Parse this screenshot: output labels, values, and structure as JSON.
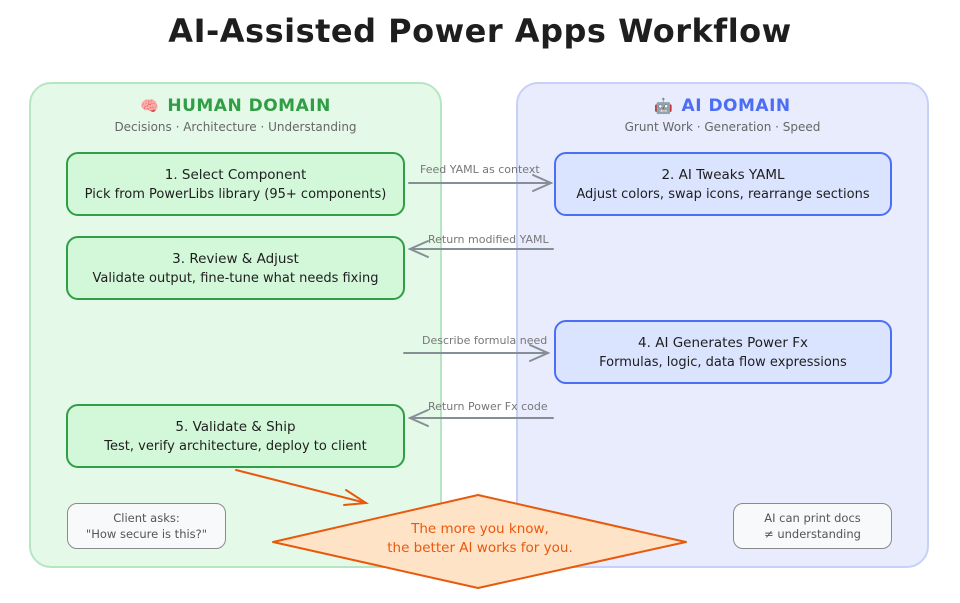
{
  "title": "AI-Assisted Power Apps Workflow",
  "zones": {
    "human": {
      "icon": "brain-icon",
      "emoji": "🧠",
      "title": "HUMAN DOMAIN",
      "subtitle": "Decisions · Architecture · Understanding",
      "color": "#2f9e44"
    },
    "ai": {
      "icon": "robot-icon",
      "emoji": "🤖",
      "title": "AI DOMAIN",
      "subtitle": "Grunt Work · Generation · Speed",
      "color": "#4c6ef5"
    }
  },
  "steps": [
    {
      "title": "1. Select Component",
      "desc": "Pick from PowerLibs library (95+ components)",
      "domain": "human"
    },
    {
      "title": "2. AI Tweaks YAML",
      "desc": "Adjust colors, swap icons, rearrange sections",
      "domain": "ai"
    },
    {
      "title": "3. Review & Adjust",
      "desc": "Validate output, fine-tune what needs fixing",
      "domain": "human"
    },
    {
      "title": "4. AI Generates Power Fx",
      "desc": "Formulas, logic, data flow expressions",
      "domain": "ai"
    },
    {
      "title": "5. Validate & Ship",
      "desc": "Test, verify architecture, deploy to client",
      "domain": "human"
    }
  ],
  "arrows": [
    {
      "label": "Feed YAML as context",
      "from": "1",
      "to": "2"
    },
    {
      "label": "Return modified YAML",
      "from": "2",
      "to": "3"
    },
    {
      "label": "Describe formula need",
      "from": "3",
      "to": "4"
    },
    {
      "label": "Return Power Fx code",
      "from": "4",
      "to": "5"
    }
  ],
  "notes": {
    "client": {
      "line1": "Client asks:",
      "line2": "\"How secure is this?\""
    },
    "ai_docs": {
      "line1": "AI can print docs",
      "line2": "≠ understanding"
    }
  },
  "callout": {
    "line1": "The more you know,",
    "line2": "the better AI works for you.",
    "color": "#e8590c",
    "fill": "#ffe3c7"
  }
}
